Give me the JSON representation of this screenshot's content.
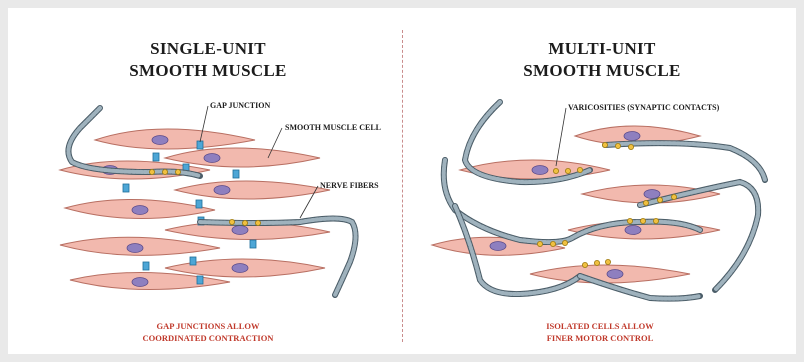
{
  "panels": {
    "single_unit": {
      "title_line1": "SINGLE-UNIT",
      "title_line2": "SMOOTH MUSCLE",
      "labels": {
        "gap_junction": "GAP JUNCTION",
        "smooth_muscle_cell": "SMOOTH MUSCLE CELL",
        "nerve_fibers": "NERVE FIBERS"
      },
      "footer_line1": "GAP JUNCTIONS ALLOW",
      "footer_line2": "COORDINATED CONTRACTION"
    },
    "multi_unit": {
      "title_line1": "MULTI-UNIT",
      "title_line2": "SMOOTH MUSCLE",
      "labels": {
        "varicosities": "VARICOSITIES (SYNAPTIC CONTACTS)"
      },
      "footer_line1": "ISOLATED CELLS ALLOW",
      "footer_line2": "FINER MOTOR CONTROL"
    }
  },
  "colors": {
    "cell_fill": "#f2b9ae",
    "cell_stroke": "#b86f62",
    "nucleus_fill": "#8e7fbf",
    "nerve_fill": "#7f96a3",
    "gap_junction": "#4da6d6",
    "varicosity": "#f0c040",
    "footer_text": "#c0392b"
  }
}
